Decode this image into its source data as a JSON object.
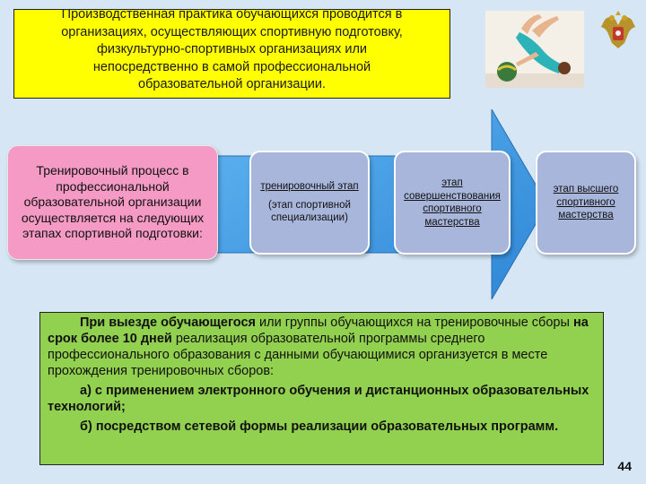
{
  "title_box": {
    "lines": [
      "Производственная практика обучающихся проводится в",
      "организациях, осуществляющих спортивную подготовку,",
      "физкультурно-спортивных организациях или",
      "непосредственно в самой профессиональной",
      "образовательной организации."
    ]
  },
  "intro_box": {
    "text": "Тренировочный процесс в профессиональной образовательной организации осуществляется на следующих этапах спортивной подготовки:"
  },
  "stages": [
    {
      "label": "тренировочный этап",
      "sub": "(этап спортивной специализации)"
    },
    {
      "label": "этап совершенствования спортивного мастерства",
      "sub": ""
    },
    {
      "label": " этап высшего спортивного мастерства",
      "sub": ""
    }
  ],
  "green_box": {
    "p1_bold1": "При выезде обучающегося",
    "p1_text1": " или группы обучающихся на тренировочные сборы ",
    "p1_bold2": "на срок более 10 дней",
    "p1_text2": " реализация образовательной программы среднего профессионального образования с данными обучающимися организуется в месте прохождения тренировочных сборов:",
    "p2": "а) с применением электронного обучения и дистанционных образовательных технологий;",
    "p3": "б) посредством сетевой формы реализации образовательных программ."
  },
  "page_number": "44",
  "colors": {
    "background": "#d6e6f5",
    "title_box": "#ffff00",
    "intro_box": "#f49ac4",
    "stage_box": "#a9b6db",
    "arrow": "#3f9ae6",
    "green_box": "#92d050"
  },
  "icons": {
    "photo": "gymnast-photo",
    "emblem": "russian-coat-of-arms-icon"
  }
}
